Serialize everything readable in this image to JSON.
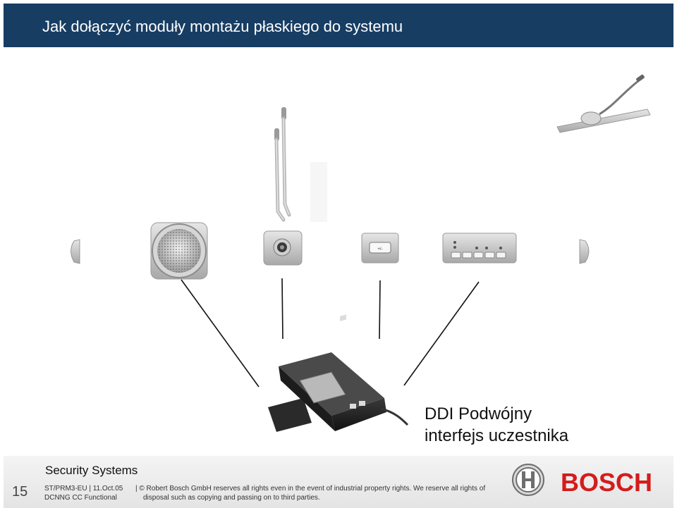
{
  "header": {
    "title": "Jak dołączyć moduły montażu płaskiego do systemu"
  },
  "caption": {
    "line1": "DDI Podwójny",
    "line2": "interfejs uczestnika"
  },
  "device_labels": {
    "volume_button": "+/-"
  },
  "footer": {
    "page_number": "15",
    "division": "Security Systems",
    "doc_code": "ST/PRM3-EU",
    "date": "11.Oct.05",
    "department": "DCNNG CC Functional",
    "copyright_line1": "© Robert Bosch GmbH reserves all rights even in the event of industrial property rights. We reserve all rights of",
    "copyright_line2": "disposal such as copying and passing on to third parties.",
    "brand": "BOSCH"
  },
  "colors": {
    "header_background": "#173d63",
    "brand_red": "#d41c1c"
  }
}
